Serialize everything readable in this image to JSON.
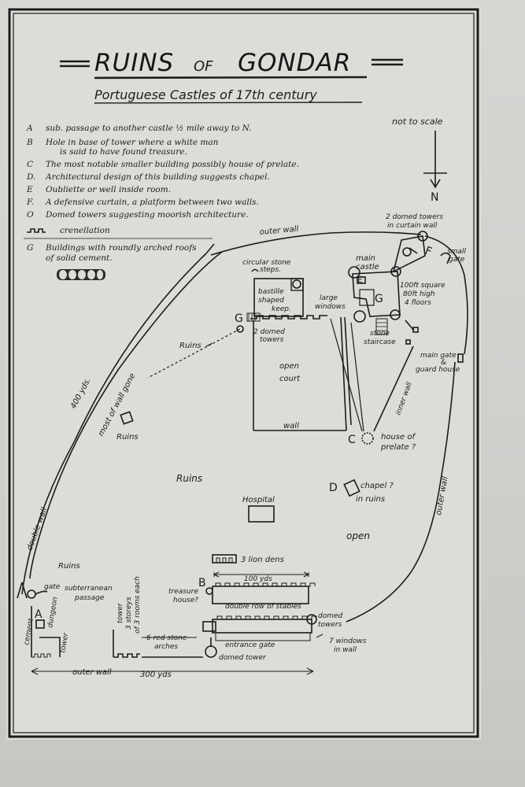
{
  "title": {
    "main": "RUINS",
    "of": "OF",
    "place": "GONDAR"
  },
  "subtitle": "Portuguese Castles of 17th century",
  "legend": [
    {
      "code": "A",
      "text": "sub. passage to another castle ½ mile away to N."
    },
    {
      "code": "B",
      "text": "Hole in base of tower where a white man"
    },
    {
      "code": "",
      "text": "is said to have found treasure."
    },
    {
      "code": "C",
      "text": "The most notable smaller building possibly house of prelate."
    },
    {
      "code": "D.",
      "text": "Architectural design of this building suggests chapel."
    },
    {
      "code": "E",
      "text": "Oubliette or well inside room."
    },
    {
      "code": "F.",
      "text": "A defensive curtain, a platform between two walls."
    },
    {
      "code": "O",
      "text": "Domed towers suggesting moorish architecture."
    },
    {
      "code": "",
      "text": "crenellation"
    },
    {
      "code": "G",
      "text": "Buildings with roundly arched roofs"
    },
    {
      "code": "",
      "text": "of solid cement."
    }
  ],
  "compass": {
    "note": "not to scale",
    "north": "N"
  },
  "labels": {
    "two_domed_curtain": "2 domed towers",
    "in_curtain_wall": "in curtain wall",
    "outer_wall_top": "outer wall",
    "circular_steps_1": "circular stone",
    "circular_steps_2": "steps.",
    "main_castle_1": "main",
    "main_castle_2": "castle",
    "small_gate_1": "small",
    "small_gate_2": "gate",
    "bastille_1": "bastille",
    "bastille_2": "shaped",
    "bastille_3": "keep.",
    "large_windows_1": "large",
    "large_windows_2": "windows",
    "square_1": "100ft square",
    "square_2": "80ft high",
    "square_3": "4 floors",
    "ruins_1": "Ruins",
    "two_domed_1": "2 domed",
    "two_domed_2": "towers",
    "stone_staircase_1": "stone",
    "stone_staircase_2": "staircase",
    "main_gate_1": "main gate",
    "main_gate_2": "&",
    "main_gate_3": "guard house",
    "open_court_1": "open",
    "open_court_2": "court",
    "inner_wall": "inner wall",
    "four_hundred": "400 yds.",
    "most_wall_gone": "most of wall gone",
    "ruins_2": "Ruins",
    "wall": "wall",
    "house_prelate_1": "house of",
    "house_prelate_2": "prelate ?",
    "ruins_3": "Ruins",
    "outer_wall_right": "outer wall",
    "chapel_1": "chapel ?",
    "chapel_2": "in ruins",
    "hospital": "Hospital",
    "double_wall": "double wall",
    "open": "open",
    "lion_dens": "3 lion dens",
    "ruins_4": "Ruins",
    "hundred_yds": "100 yds",
    "treasure_1": "treasure",
    "treasure_2": "house?",
    "gate": "gate",
    "subterranean_1": "subterranean",
    "subterranean_2": "passage",
    "tower_1": "tower",
    "tower_2": "3 storeys",
    "tower_3": "of 3 rooms each",
    "double_stables": "double row of stables",
    "domed_1": "domed",
    "domed_2": "towers",
    "cement": "cement",
    "dungeon": "dungeon",
    "tower_left": "tower",
    "red_stone_1": "6 red stone",
    "red_stone_2": "arches",
    "entrance_gate": "entrance gate",
    "seven_windows_1": "7 windows",
    "seven_windows_2": "in wall",
    "domed_tower": "domed tower",
    "outer_wall_bottom": "outer wall",
    "three_hundred": "300 yds"
  },
  "letters": {
    "A": "A",
    "B": "B",
    "C": "C",
    "D": "D",
    "E": "E",
    "F": "F",
    "G1": "G",
    "G2": "G"
  }
}
